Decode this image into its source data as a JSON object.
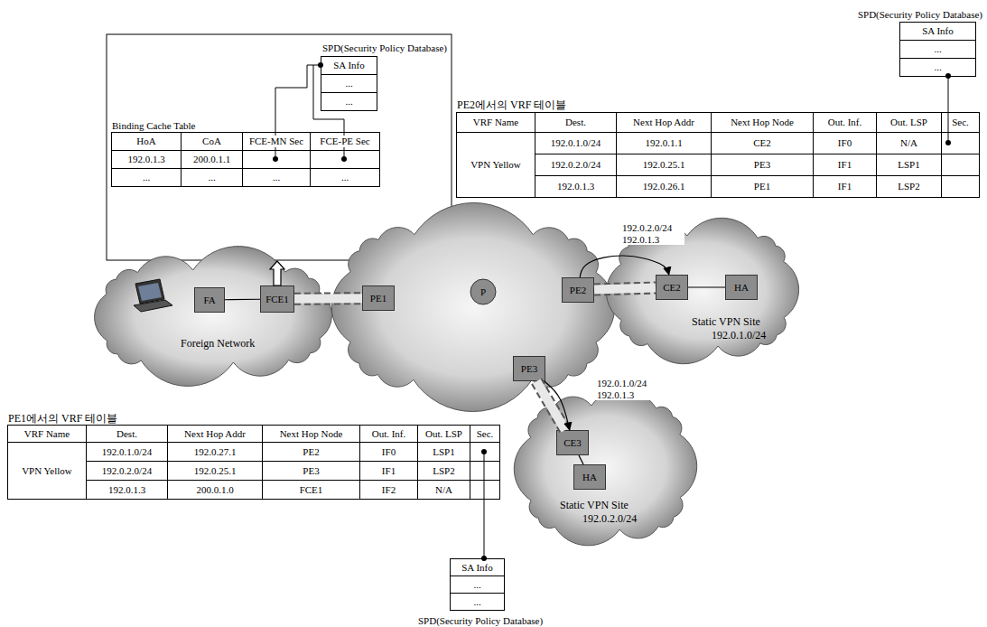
{
  "diagram": {
    "nodes": [
      {
        "text": [
          "Foreign Network"
        ]
      },
      {
        "text": [
          "FA"
        ],
        "in": 0
      },
      {
        "text": [
          "FCE1"
        ],
        "in": 0
      },
      {
        "text": [
          "PE1"
        ]
      },
      {
        "text": [
          "P"
        ]
      },
      {
        "text": [
          "PE2"
        ]
      },
      {
        "text": [
          "PE3"
        ]
      },
      {
        "text": [
          "Static VPN Site",
          "192.0.1.0/24"
        ]
      },
      {
        "text": [
          "CE2"
        ],
        "in": 7
      },
      {
        "text": [
          "HA"
        ],
        "in": 7
      },
      {
        "text": [
          "Static VPN Site",
          "192.0.2.0/24"
        ]
      },
      {
        "text": [
          "CE3"
        ],
        "in": 10
      },
      {
        "text": [
          "HA"
        ],
        "in": 10
      }
    ],
    "edges": [
      {
        "from": 1,
        "to": 2,
        "arrow": "none"
      },
      {
        "from": 2,
        "to": 3,
        "arrow": "none"
      },
      {
        "from": 5,
        "to": 8,
        "arrow": "none"
      },
      {
        "from": 5,
        "to": 8,
        "arrow": "to",
        "label": "192.0.2.0/24 192.0.1.3"
      },
      {
        "from": 6,
        "to": 11,
        "arrow": "none"
      },
      {
        "from": 6,
        "to": 11,
        "arrow": "to",
        "label": "192.0.1.0/24 192.0.1.3"
      },
      {
        "from": 8,
        "to": 9,
        "arrow": "none"
      },
      {
        "from": 11,
        "to": 12,
        "arrow": "none"
      }
    ],
    "labels": [
      "SPD(Security Policy Database)",
      "SA Info",
      "...",
      "...",
      "PE2에서의 VRF 테이블",
      "VRF Name",
      "Dest.",
      "Next Hop Addr",
      "Next Hop Node",
      "Out. Inf.",
      "Out. LSP",
      "Sec.",
      "VPN Yellow",
      "192.0.1.0/24",
      "192.0.1.1",
      "CE2",
      "IF0",
      "N/A",
      "192.0.2.0/24",
      "192.0.25.1",
      "PE3",
      "IF1",
      "LSP1",
      "192.0.1.3",
      "192.0.26.1",
      "PE1",
      "IF1",
      "LSP2",
      "SPD(Security Policy Database)",
      "SA Info",
      "...",
      "...",
      "Binding Cache Table",
      "HoA",
      "CoA",
      "FCE-MN Sec",
      "FCE-PE Sec",
      "192.0.1.3",
      "200.0.1.1",
      "...",
      "...",
      "...",
      "...",
      "PE1에서의 VRF 테이블",
      "VRF Name",
      "Dest.",
      "Next Hop Addr",
      "Next Hop Node",
      "Out. Inf.",
      "Out. LSP",
      "Sec.",
      "VPN Yellow",
      "192.0.1.0/24",
      "192.0.27.1",
      "PE2",
      "IF0",
      "LSP1",
      "192.0.2.0/24",
      "192.0.25.1",
      "PE3",
      "IF1",
      "LSP2",
      "192.0.1.3",
      "200.0.1.0",
      "FCE1",
      "IF2",
      "N/A",
      "SA Info",
      "...",
      "...",
      "SPD(Security Policy Database)"
    ]
  }
}
